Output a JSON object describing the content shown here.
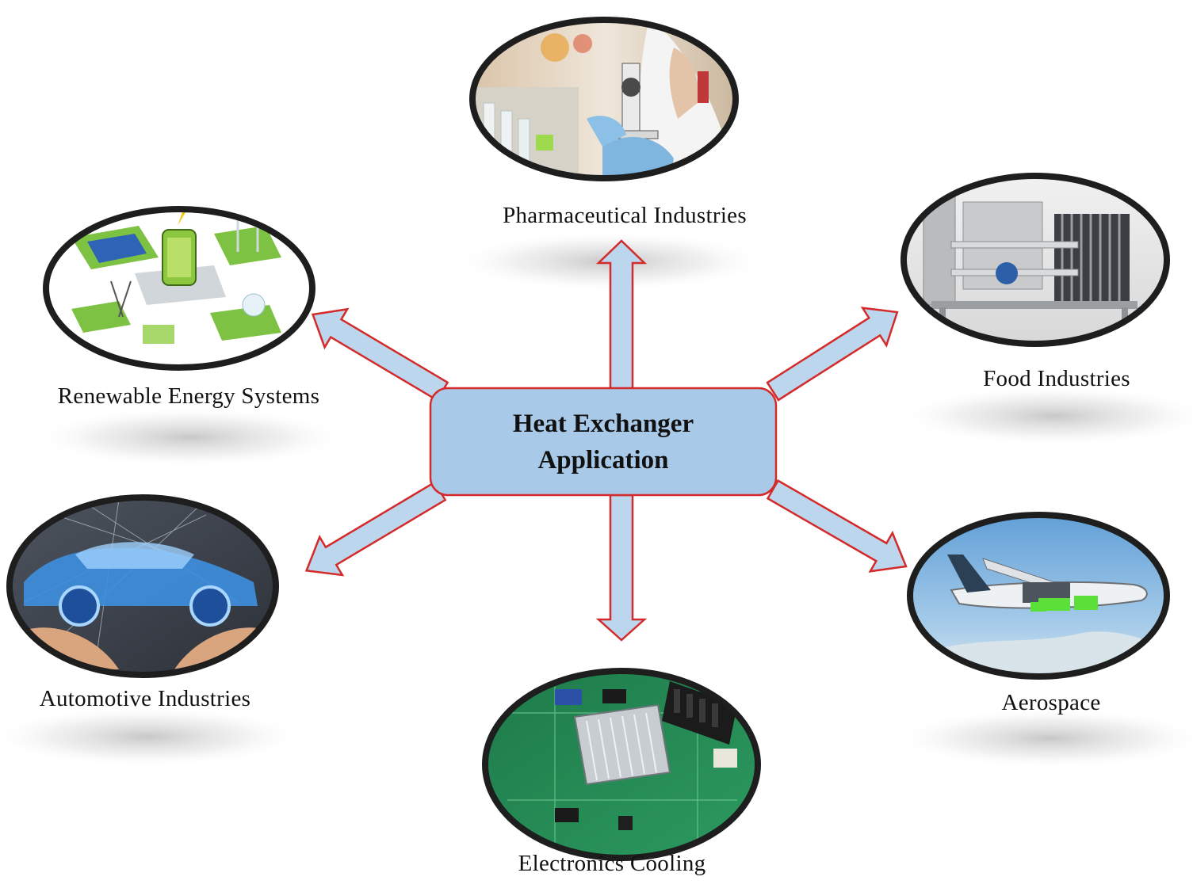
{
  "center": {
    "line1": "Heat Exchanger",
    "line2": "Application"
  },
  "applications": [
    {
      "id": "pharmaceutical",
      "label": "Pharmaceutical Industries",
      "image": "laboratory-microscope-photo"
    },
    {
      "id": "renewable",
      "label": "Renewable Energy Systems",
      "image": "solar-battery-wind-illustration"
    },
    {
      "id": "food",
      "label": "Food Industries",
      "image": "plate-heat-exchanger-photo"
    },
    {
      "id": "automotive",
      "label": "Automotive Industries",
      "image": "holographic-car-hands-photo"
    },
    {
      "id": "aerospace",
      "label": "Aerospace",
      "image": "aircraft-cutaway-photo"
    },
    {
      "id": "electronics",
      "label": "Electronics Cooling",
      "image": "circuit-board-heatsink-photo"
    }
  ],
  "colors": {
    "arrow_fill": "#bcd6ee",
    "arrow_stroke": "#d42a2a",
    "hub_fill": "#a9c9e8",
    "hub_stroke": "#d42a2a",
    "ellipse_border": "#1e1e1e"
  }
}
